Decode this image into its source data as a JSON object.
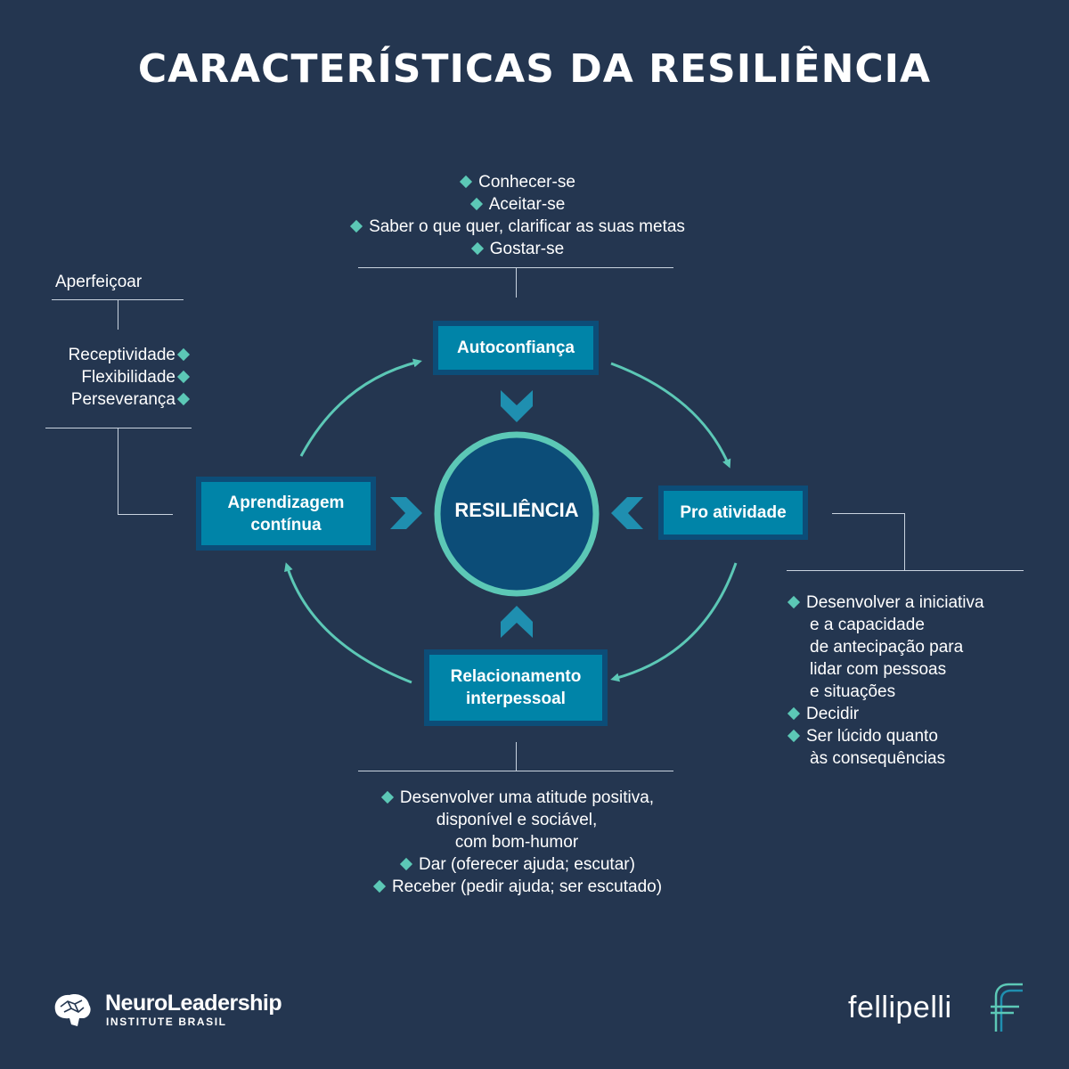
{
  "title": "CARACTERÍSTICAS DA RESILIÊNCIA",
  "center": {
    "label": "RESILIÊNCIA"
  },
  "nodes": {
    "top": {
      "label": "Autoconfiança"
    },
    "right": {
      "label": "Pro atividade"
    },
    "bottom": {
      "label_lines": [
        "Relacionamento",
        "interpessoal"
      ]
    },
    "left": {
      "label_lines": [
        "Aprendizagem",
        "contínua"
      ]
    }
  },
  "lists": {
    "top": [
      "Conhecer-se",
      "Aceitar-se",
      "Saber o que quer, clarificar as suas metas",
      "Gostar-se"
    ],
    "left_header": "Aperfeiçoar",
    "left": [
      "Receptividade",
      "Flexibilidade",
      "Perseverança"
    ],
    "right_lines": [
      {
        "text": "Desenvolver a iniciativa",
        "bullet": true
      },
      {
        "text": "e  a capacidade",
        "bullet": false
      },
      {
        "text": "de antecipação para",
        "bullet": false
      },
      {
        "text": "lidar com pessoas",
        "bullet": false
      },
      {
        "text": "e situações",
        "bullet": false
      },
      {
        "text": "Decidir",
        "bullet": true
      },
      {
        "text": "Ser lúcido quanto",
        "bullet": true
      },
      {
        "text": "às consequências",
        "bullet": false
      }
    ],
    "bottom_lines": [
      {
        "text": "Desenvolver uma atitude positiva,",
        "bullet": true
      },
      {
        "text": "disponível e sociável,",
        "bullet": false
      },
      {
        "text": "com bom-humor",
        "bullet": false
      },
      {
        "text": "Dar (oferecer ajuda; escutar)",
        "bullet": true
      },
      {
        "text": "Receber (pedir ajuda; ser escutado)",
        "bullet": true
      }
    ]
  },
  "logos": {
    "neuroleadership": {
      "name": "NeuroLeadership",
      "sub": "INSTITUTE BRASIL"
    },
    "fellipelli": {
      "name": "fellipelli"
    }
  },
  "colors": {
    "background": "#243650",
    "accent": "#5cc8b6",
    "box_outer": "#0c4d78",
    "box_inner": "#0084a8",
    "center_fill": "#0c4d78"
  }
}
